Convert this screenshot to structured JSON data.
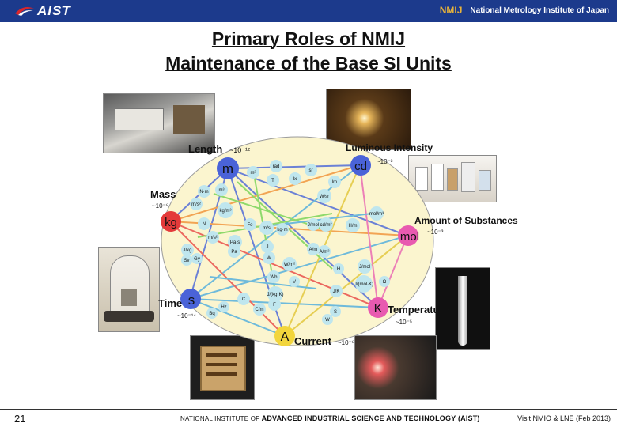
{
  "header": {
    "logo_left": "AIST",
    "logo_right_mark": "NMIJ",
    "logo_right_text": "National Metrology Institute of Japan"
  },
  "title": {
    "line1": "Primary Roles of NMIJ",
    "line2": "Maintenance of the Base SI Units"
  },
  "base_units": [
    {
      "symbol": "m",
      "quantity": "Length",
      "uncertainty": "~10⁻¹²",
      "color": "#4a63d8"
    },
    {
      "symbol": "cd",
      "quantity": "Luminous Intensity",
      "uncertainty": "~10⁻³",
      "color": "#4a63d8"
    },
    {
      "symbol": "kg",
      "quantity": "Mass",
      "uncertainty": "~10⁻⁸",
      "color": "#e43a3a"
    },
    {
      "symbol": "mol",
      "quantity": "Amount of Substances",
      "uncertainty": "~10⁻³",
      "color": "#e85ab0"
    },
    {
      "symbol": "s",
      "quantity": "Time",
      "uncertainty": "~10⁻¹⁴",
      "color": "#4a63d8"
    },
    {
      "symbol": "K",
      "quantity": "Temperature",
      "uncertainty": "~10⁻⁵",
      "color": "#e85ab0"
    },
    {
      "symbol": "A",
      "quantity": "Current",
      "uncertainty": "~10⁻⁸",
      "color": "#f2d53c"
    }
  ],
  "derived_units": [
    "rad",
    "sr",
    "lm",
    "m²",
    "T",
    "lx",
    "W/sr",
    "m³",
    "kg/m³",
    "m/s²",
    "N·m",
    "Fo",
    "cd/m²",
    "mol/m³",
    "N",
    "J/mol",
    "m/s",
    "kg·m",
    "H/m",
    "m/s²",
    "Pa·s",
    "J/kg",
    "Sv",
    "Gy",
    "J",
    "A/m",
    "A/m²",
    "W",
    "W/m²",
    "H",
    "J/mol",
    "Pa",
    "Wb",
    "V",
    "Ω",
    "J/(kg·K)",
    "J/(mol·K)",
    "C",
    "F",
    "J/K",
    "Hz",
    "Bq",
    "C/m",
    "S",
    "W"
  ],
  "footer": {
    "page_number": "21",
    "institute_small": "NATIONAL INSTITUTE OF",
    "institute_name": "ADVANCED INDUSTRIAL SCIENCE AND TECHNOLOGY (AIST)",
    "visit": "Visit NMIO & LNE (Feb 2013)"
  },
  "colors": {
    "header_bg": "#1c3a8c",
    "ellipse_fill": "#fbf5cf",
    "unit_node": "#bfe6ee"
  },
  "photos": [
    "laser-frequency-apparatus-photo",
    "photometry-lamp-photo",
    "reagent-bottles-photo",
    "kilogram-prototype-photo",
    "triple-point-cell-photo",
    "josephson-chip-photo",
    "furnace-apparatus-photo"
  ]
}
